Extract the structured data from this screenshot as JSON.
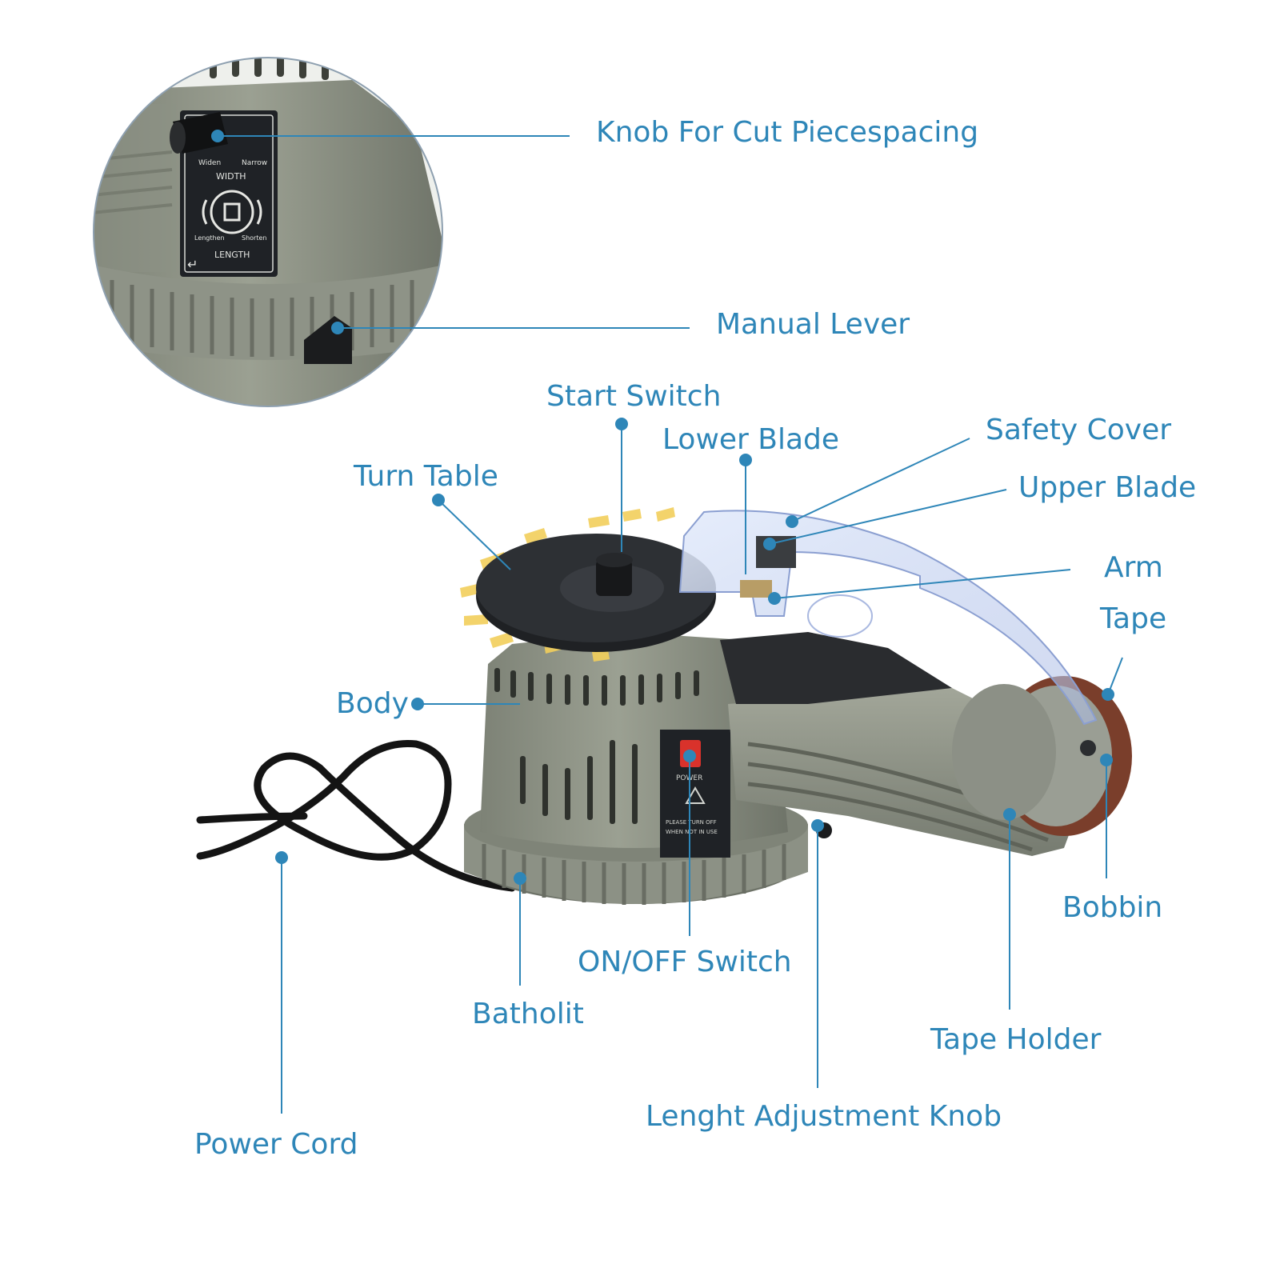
{
  "colors": {
    "label": "#2e86b8",
    "leader": "#2e86b8",
    "dot": "#2e86b8",
    "body": "#8a8f82",
    "body_dark": "#6c7166",
    "disc": "#2b2d30",
    "panel": "#1f2226",
    "tape_yellow": "#f2cf5b",
    "cover": "#c9d7f2",
    "cord": "#141414",
    "spool": "#7a3e2b"
  },
  "inset_panel": {
    "width_top": "Widen",
    "width_top_right": "Narrow",
    "width_label": "WIDTH",
    "lengthen": "Lengthen",
    "shorten": "Shorten",
    "length_label": "LENGTH"
  },
  "power_panel": {
    "power": "POWER",
    "warning_1": "PLEASE TURN OFF",
    "warning_2": "WHEN NOT IN USE"
  },
  "labels": {
    "knob_cut": "Knob For Cut Piecespacing",
    "manual_lever": "Manual Lever",
    "start_switch": "Start Switch",
    "lower_blade": "Lower Blade",
    "safety_cover": "Safety Cover",
    "turn_table": "Turn Table",
    "upper_blade": "Upper Blade",
    "arm": "Arm",
    "tape": "Tape",
    "body": "Body",
    "bobbin": "Bobbin",
    "on_off_switch": "ON/OFF Switch",
    "batholit": "Batholit",
    "tape_holder": "Tape Holder",
    "length_knob": "Lenght Adjustment Knob",
    "power_cord": "Power Cord"
  }
}
